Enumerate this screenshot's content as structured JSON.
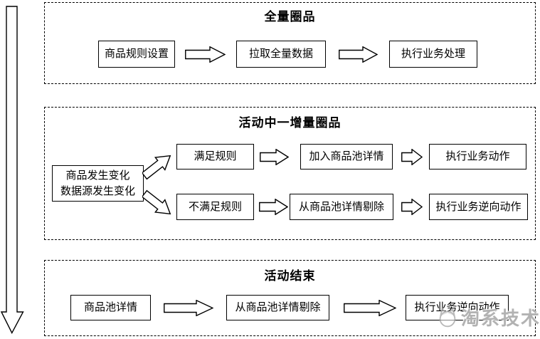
{
  "diagram": {
    "section_full": {
      "title": "全量圈品",
      "step1": "商品规则设置",
      "step2": "拉取全量数据",
      "step3": "执行业务处理"
    },
    "section_incremental": {
      "title": "活动中一增量圈品",
      "trigger_line1": "商品发生变化",
      "trigger_line2": "数据源发生变化",
      "match_label": "满足规则",
      "match_step1": "加入商品池详情",
      "match_step2": "执行业务动作",
      "nomatch_label": "不满足规则",
      "nomatch_step1": "从商品池详情剔除",
      "nomatch_step2": "执行业务逆向动作"
    },
    "section_end": {
      "title": "活动结束",
      "step1": "商品池详情",
      "step2": "从商品池详情剔除",
      "step3": "执行业务逆向动作"
    },
    "watermark": {
      "text": "淘系技术"
    },
    "colors": {
      "line": "#000000",
      "background": "#ffffff",
      "watermark": "#a8a8a8"
    }
  }
}
